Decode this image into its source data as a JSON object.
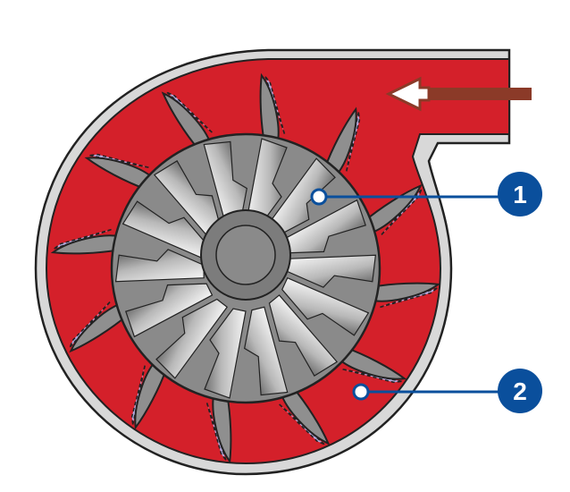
{
  "diagram": {
    "subject": "turbine-housing-cross-section",
    "colors": {
      "housing": "#d8d8d8",
      "gas_channel": "#d4202a",
      "vane": "#8f8f8f",
      "vane_wake": "#b0a8dc",
      "rotor": "#8a8a8a",
      "callout": "#0a4f9c",
      "flow_arrow": "#8b3a28"
    },
    "callouts": [
      {
        "label": "1",
        "target": "turbine-wheel"
      },
      {
        "label": "2",
        "target": "guide-vane"
      }
    ],
    "vane_count": 12,
    "blade_count": 14
  }
}
